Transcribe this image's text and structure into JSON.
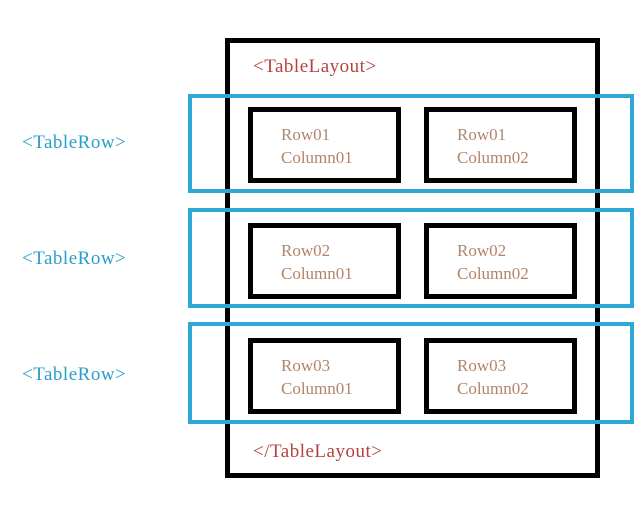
{
  "diagram": {
    "title_tag_open": "<TableLayout>",
    "title_tag_close": "</TableLayout>",
    "colors": {
      "tag_red": "#b5423f",
      "row_blue": "#2fa8d5",
      "label_blue": "#2a9ec9",
      "cell_text_brown": "#b28468",
      "outline_black": "#000000",
      "background": "#ffffff"
    },
    "rows": [
      {
        "label": "<TableRow>",
        "cells": [
          {
            "line1": "Row01",
            "line2": "Column01"
          },
          {
            "line1": "Row01",
            "line2": "Column02"
          }
        ]
      },
      {
        "label": "<TableRow>",
        "cells": [
          {
            "line1": "Row02",
            "line2": "Column01"
          },
          {
            "line1": "Row02",
            "line2": "Column02"
          }
        ]
      },
      {
        "label": "<TableRow>",
        "cells": [
          {
            "line1": "Row03",
            "line2": "Column01"
          },
          {
            "line1": "Row03",
            "line2": "Column02"
          }
        ]
      }
    ]
  }
}
